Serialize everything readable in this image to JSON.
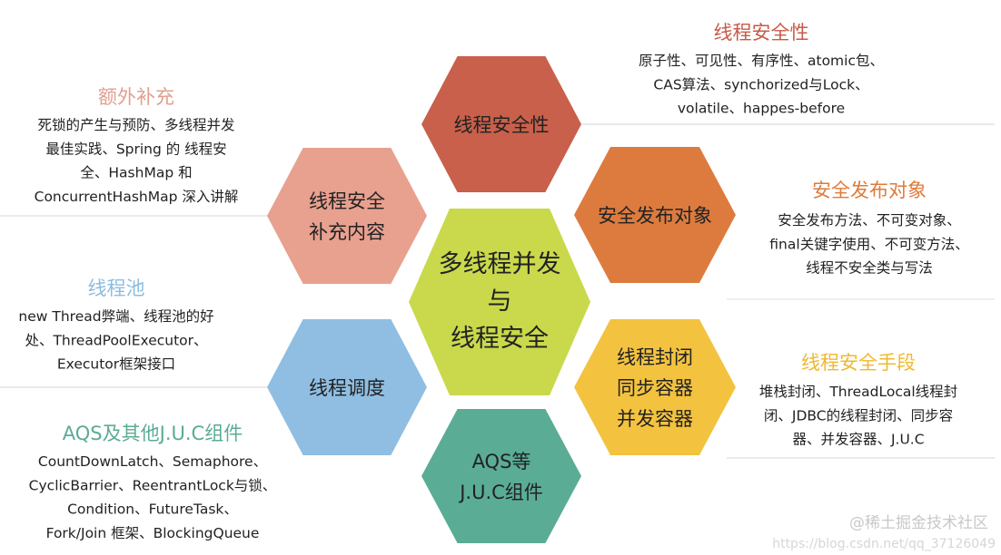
{
  "hexagons": [
    {
      "id": "top",
      "lines": [
        "线程安全性"
      ],
      "color": "#c8604b"
    },
    {
      "id": "upper-left",
      "lines": [
        "线程安全",
        "补充内容"
      ],
      "color": "#e8a08f"
    },
    {
      "id": "upper-right",
      "lines": [
        "安全发布对象"
      ],
      "color": "#dd7b3f"
    },
    {
      "id": "center",
      "lines": [
        "多线程并发",
        "与",
        "线程安全"
      ],
      "color": "#c9d94b"
    },
    {
      "id": "lower-left",
      "lines": [
        "线程调度"
      ],
      "color": "#8fbee2"
    },
    {
      "id": "lower-right",
      "lines": [
        "线程封闭",
        "同步容器",
        "并发容器"
      ],
      "color": "#f3c23f"
    },
    {
      "id": "bottom",
      "lines": [
        "AQS等",
        "J.U.C组件"
      ],
      "color": "#5aac95"
    }
  ],
  "sections": [
    {
      "id": "thread-safety",
      "title": "线程安全性",
      "color": "#c85a48",
      "lines": [
        "原子性、可见性、有序性、atomic包、",
        "CAS算法、synchorized与Lock、",
        "volatile、happes-before"
      ]
    },
    {
      "id": "extra",
      "title": "额外补充",
      "color": "#e0a08f",
      "lines": [
        "死锁的产生与预防、多线程并发",
        "最佳实践、Spring 的 线程安",
        "全、HashMap 和",
        "ConcurrentHashMap 深入讲解"
      ]
    },
    {
      "id": "safe-publish",
      "title": "安全发布对象",
      "color": "#e07a3a",
      "lines": [
        "安全发布方法、不可变对象、",
        "final关键字使用、不可变方法、",
        "线程不安全类与写法"
      ]
    },
    {
      "id": "thread-pool",
      "title": "线程池",
      "color": "#8cbde0",
      "lines": [
        "new Thread弊端、线程池的好",
        "处、ThreadPoolExecutor、",
        "Executor框架接口"
      ]
    },
    {
      "id": "safety-means",
      "title": "线程安全手段",
      "color": "#f0b830",
      "lines": [
        "堆栈封闭、ThreadLocal线程封",
        "闭、JDBC的线程封闭、同步容",
        "器、并发容器、J.U.C"
      ]
    },
    {
      "id": "aqs",
      "title": "AQS及其他J.U.C组件",
      "color": "#5aab95",
      "lines": [
        "CountDownLatch、Semaphore、",
        "CyclicBarrier、ReentrantLock与锁、",
        "Condition、FutureTask、",
        "Fork/Join 框架、BlockingQueue"
      ]
    }
  ],
  "watermark": {
    "brand": "@稀土掘金技术社区",
    "url": "https://blog.csdn.net/qq_37126049"
  }
}
